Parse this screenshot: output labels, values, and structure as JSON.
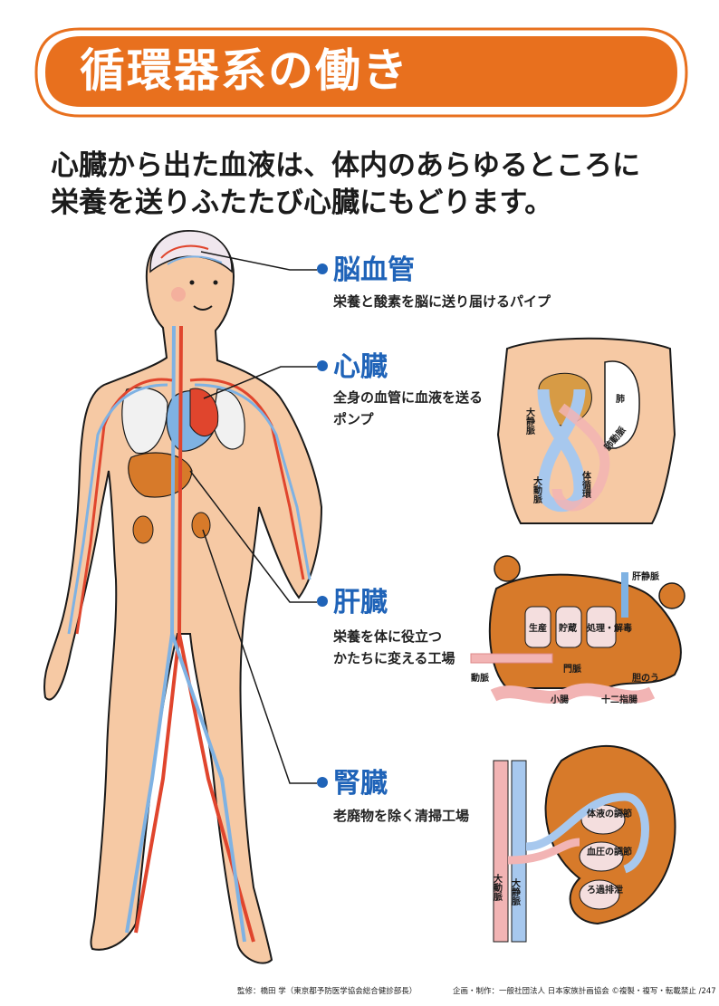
{
  "title": "循環器系の働き",
  "lead": {
    "line1": "心臓から出た血液は、体内のあらゆるところに",
    "line2": "栄養を送りふたたび心臓にもどります。"
  },
  "organs": [
    {
      "name": "脳血管",
      "desc": [
        "栄養と酸素を脳に送り届けるパイプ"
      ]
    },
    {
      "name": "心臓",
      "desc": [
        "全身の血管に血液を送る",
        "ポンプ"
      ]
    },
    {
      "name": "肝臓",
      "desc": [
        "栄養を体に役立つ",
        "かたちに変える工場"
      ]
    },
    {
      "name": "腎臓",
      "desc": [
        "老廃物を除く清掃工場"
      ]
    }
  ],
  "heart_diagram": {
    "lung": "肺",
    "pulmonary_artery": "肺動脈",
    "vena_cava": "大静脈",
    "aorta": "大動脈",
    "systemic": "体循環"
  },
  "liver_diagram": {
    "hepatic_vein": "肝静脈",
    "boxes": [
      "生産",
      "貯蔵",
      "処理・解毒"
    ],
    "artery": "動脈",
    "portal_vein": "門脈",
    "gallbladder": "胆のう",
    "small_intestine": "小腸",
    "duodenum": "十二指腸"
  },
  "kidney_diagram": {
    "boxes": [
      "体液の調節",
      "血圧の調節",
      "ろ過排泄"
    ],
    "aorta": "大動脈",
    "vena_cava": "大静脈"
  },
  "footer": {
    "supervisor": "監修：橋田 学（東京都予防医学協会総合健診部長）",
    "publisher": "企画・制作：一般社団法人 日本家族計画協会 ©複製・複写・転載禁止 /247"
  },
  "colors": {
    "banner": "#e8701e",
    "banner_border": "#e8701e",
    "label": "#1f63b8",
    "skin": "#f6c9a4",
    "artery": "#e0452d",
    "vein": "#7fb2e3",
    "organ": "#d77a2a"
  }
}
